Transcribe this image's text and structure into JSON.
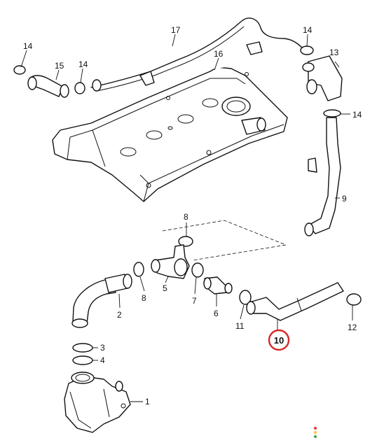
{
  "callouts": {
    "c1": "1",
    "c2": "2",
    "c3": "3",
    "c4": "4",
    "c5": "5",
    "c6": "6",
    "c7": "7",
    "c8a": "8",
    "c8b": "8",
    "c9": "9",
    "c10": "10",
    "c11": "11",
    "c12": "12",
    "c13": "13",
    "c14a": "14",
    "c14b": "14",
    "c14c": "14",
    "c14d": "14",
    "c15": "15",
    "c16": "16",
    "c17": "17"
  },
  "highlight": {
    "part": "10",
    "color": "#d42a2a"
  },
  "status_dots": [
    "#e53935",
    "#f9c23c",
    "#43a047"
  ]
}
